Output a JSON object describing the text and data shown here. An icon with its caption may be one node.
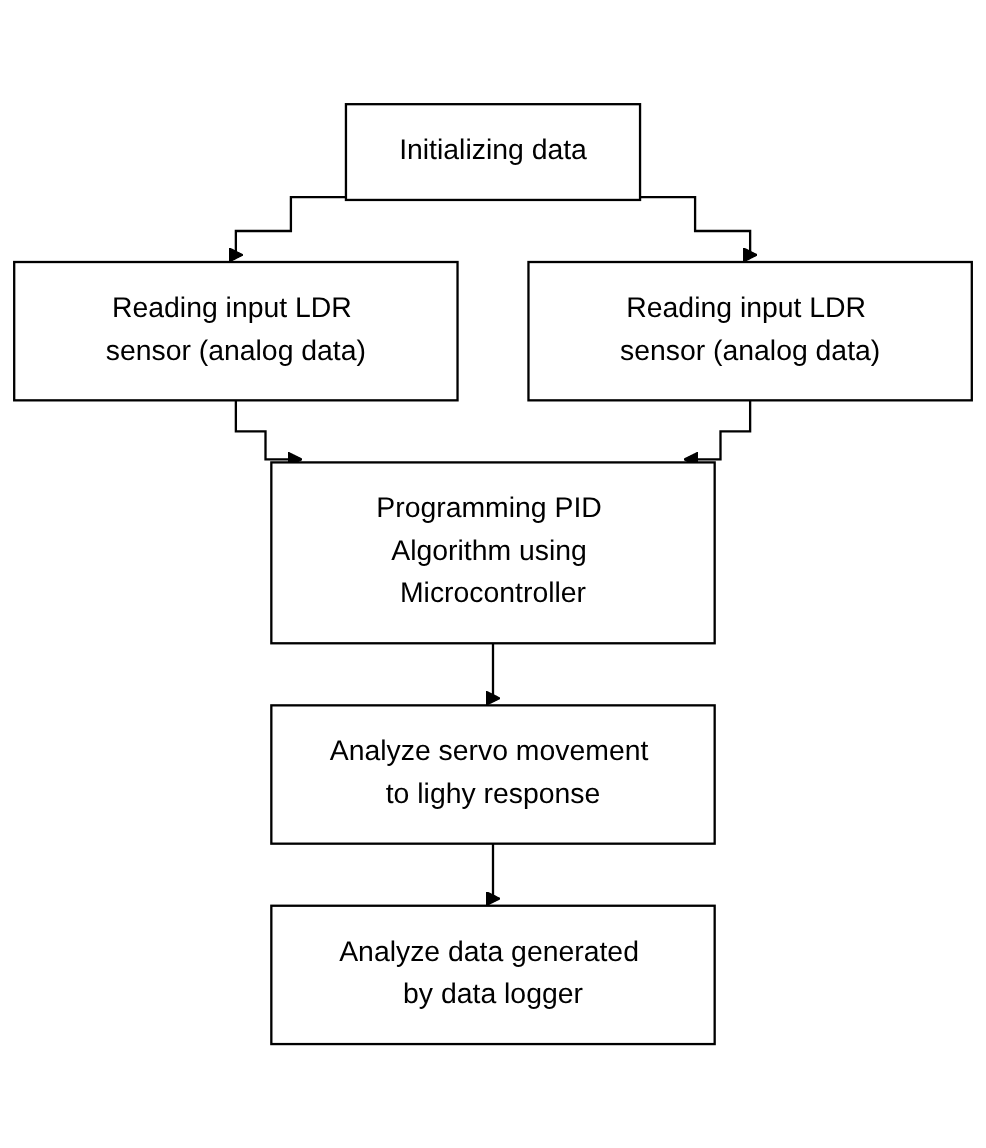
{
  "diagram": {
    "nodes": [
      {
        "text": [
          "Initializing data"
        ]
      },
      {
        "text": [
          "Reading input LDR sensor (analog data)"
        ]
      },
      {
        "text": [
          "Reading input LDR sensor (analog data)"
        ]
      },
      {
        "text": [
          "Programming PID Algorithm using Microcontroller"
        ]
      },
      {
        "text": [
          "Analyze servo movement to lighy response"
        ]
      },
      {
        "text": [
          "Analyze data generated by data logger"
        ]
      }
    ],
    "edges": [
      {
        "from": 0,
        "to": 1,
        "arrow": "to"
      },
      {
        "from": 0,
        "to": 2,
        "arrow": "to"
      },
      {
        "from": 1,
        "to": 3,
        "arrow": "to"
      },
      {
        "from": 2,
        "to": 3,
        "arrow": "to"
      },
      {
        "from": 3,
        "to": 4,
        "arrow": "to"
      },
      {
        "from": 4,
        "to": 5,
        "arrow": "to"
      }
    ]
  }
}
